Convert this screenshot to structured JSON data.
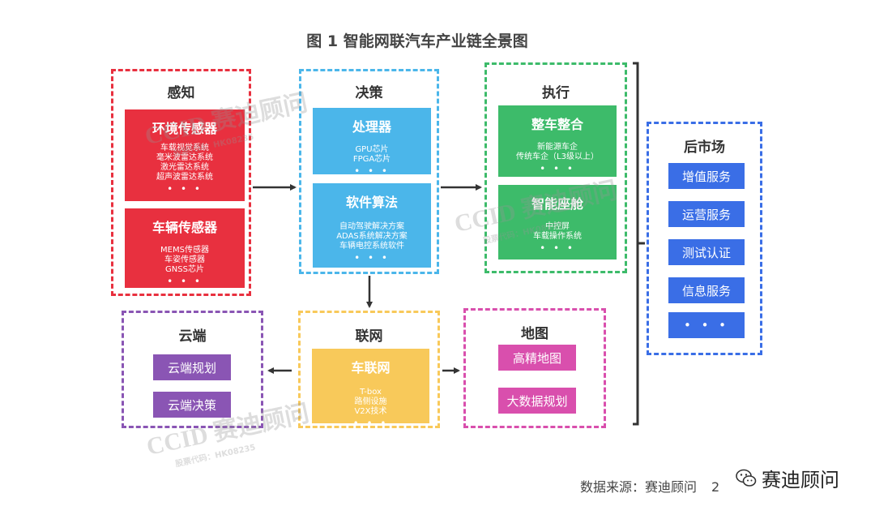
{
  "title": "图 1  智能网联汽车产业链全景图",
  "colors": {
    "perception": "#e8303f",
    "decision": "#4bb6ea",
    "execution": "#3dbb6a",
    "cloud": "#8a55b4",
    "network": "#f8c95a",
    "map": "#d94fad",
    "aftermarket": "#3a6ee6"
  },
  "groups": {
    "perception": {
      "label": "感知",
      "cards": [
        {
          "title": "环境传感器",
          "items": [
            "车载视觉系统",
            "毫米波雷达系统",
            "激光雷达系统",
            "超声波雷达系统"
          ],
          "more": "• • •"
        },
        {
          "title": "车辆传感器",
          "items": [
            "MEMS传感器",
            "车姿传感器",
            "GNSS芯片"
          ],
          "more": "• • •"
        }
      ]
    },
    "decision": {
      "label": "决策",
      "cards": [
        {
          "title": "处理器",
          "items": [
            "GPU芯片",
            "FPGA芯片"
          ],
          "more": "• • •"
        },
        {
          "title": "软件算法",
          "items": [
            "自动驾驶解决方案",
            "ADAS系统解决方案",
            "车辆电控系统软件"
          ],
          "more": "• • •"
        }
      ]
    },
    "execution": {
      "label": "执行",
      "cards": [
        {
          "title": "整车整合",
          "items": [
            "新能源车企",
            "传统车企（L3级以上）"
          ],
          "more": "• • •"
        },
        {
          "title": "智能座舱",
          "items": [
            "中控屏",
            "车载操作系统"
          ],
          "more": "• • •"
        }
      ]
    },
    "aftermarket": {
      "label": "后市场",
      "items": [
        "增值服务",
        "运营服务",
        "测试认证",
        "信息服务",
        "• • •"
      ]
    },
    "cloud": {
      "label": "云端",
      "items": [
        "云端规划",
        "云端决策"
      ]
    },
    "network": {
      "label": "联网",
      "cards": [
        {
          "title": "车联网",
          "items": [
            "T-box",
            "路侧设施",
            "V2X技术"
          ],
          "more": "• • •"
        }
      ]
    },
    "map": {
      "label": "地图",
      "items": [
        "高精地图",
        "大数据规划"
      ]
    }
  },
  "watermark": {
    "brand": "CCID 赛迪顾问",
    "stock_code": "股票代码：HK08235"
  },
  "source": "数据来源：赛迪顾问",
  "source_tail": "2",
  "wechat_label": "赛迪顾问",
  "icons": {
    "wechat": "wechat-icon"
  }
}
